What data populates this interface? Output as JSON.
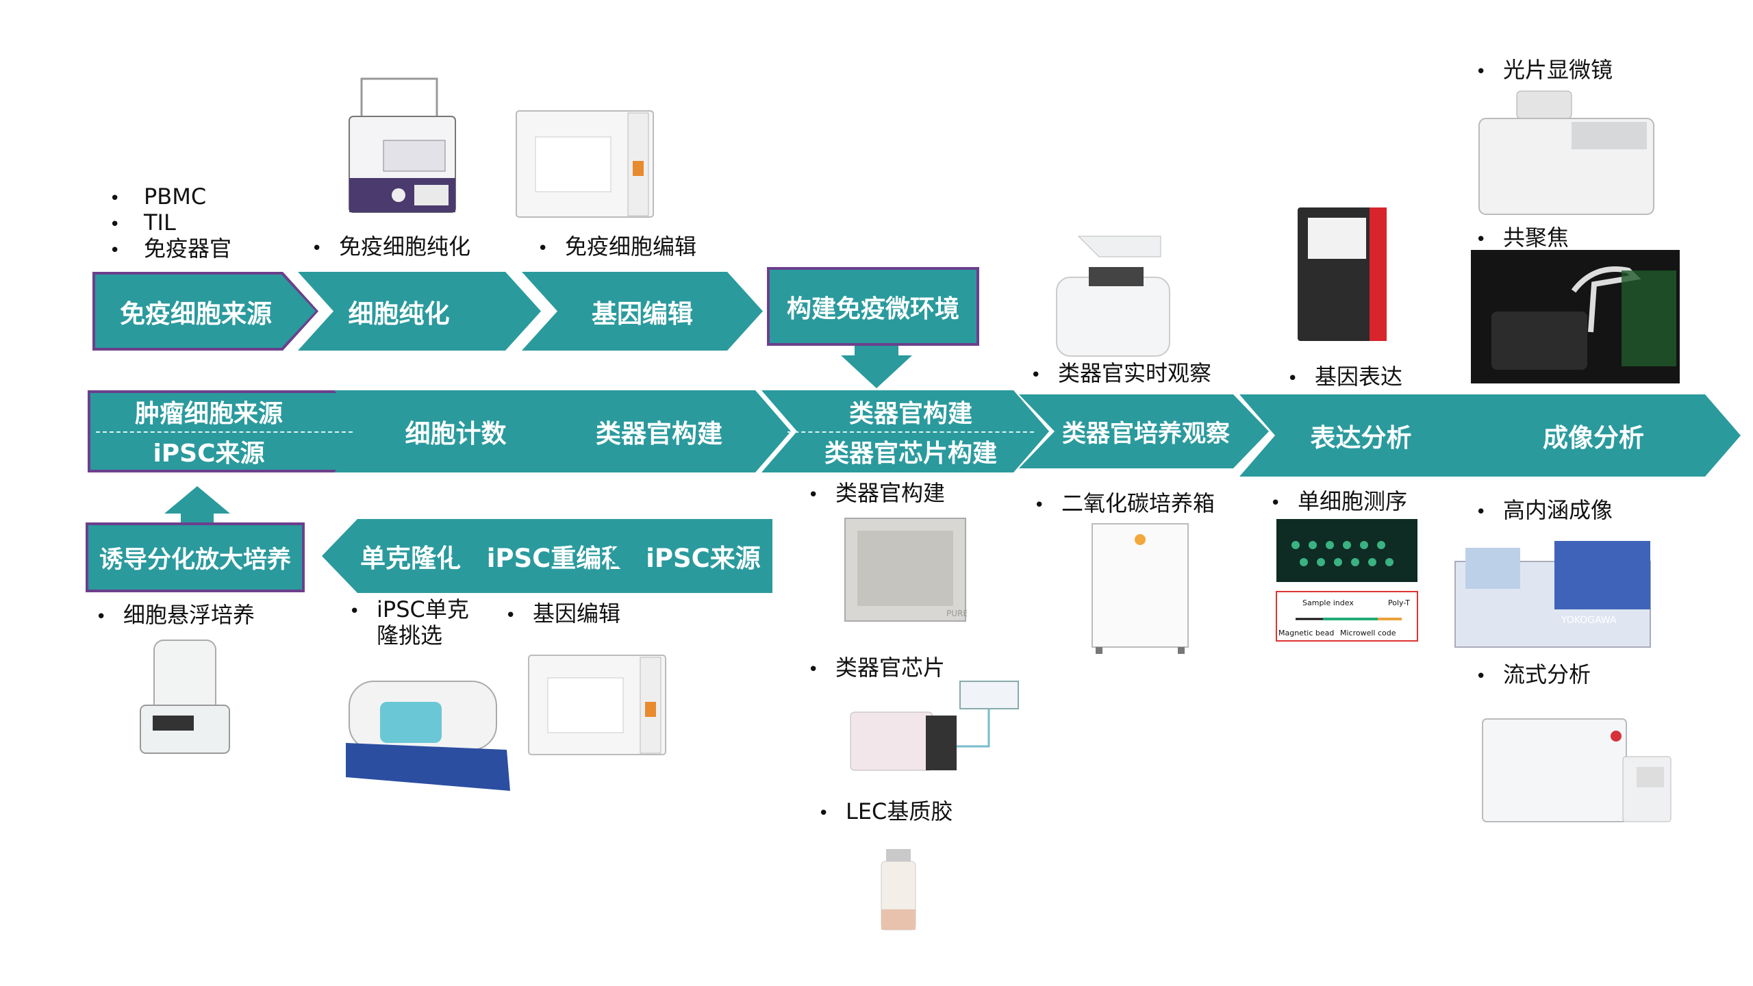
{
  "top_row": {
    "box1": "免疫细胞来源",
    "box2": "细胞纯化",
    "box3": "基因编辑",
    "box4": "构建免疫微环境"
  },
  "top_bullets": {
    "source": [
      "PBMC",
      "TIL",
      "免疫器官"
    ],
    "purify": "免疫细胞纯化",
    "edit": "免疫细胞编辑"
  },
  "main_row": {
    "box1_line1": "肿瘤细胞来源",
    "box1_line2": "iPSC来源",
    "box2": "细胞计数",
    "box3": "类器官构建",
    "box4_line1": "类器官构建",
    "box4_line2": "类器官芯片构建",
    "box5": "类器官培养观察",
    "box6": "表达分析",
    "box7": "成像分析"
  },
  "bottom_row": {
    "box1": "诱导分化放大培养",
    "box2": "单克隆化",
    "box3": "iPSC重编程",
    "box4": "iPSC来源"
  },
  "bottom_bullets": {
    "suspension": "细胞悬浮培养",
    "clone_line1": "iPSC单克",
    "clone_line2": "隆挑选",
    "edit": "基因编辑"
  },
  "organoid_bullets": {
    "build": "类器官构建",
    "chip": "类器官芯片",
    "matrix": "LEC基质胶"
  },
  "culture_bullets": {
    "observe": "类器官实时观察",
    "incubator": "二氧化碳培养箱"
  },
  "expression_bullets": {
    "gene": "基因表达",
    "singlecell": "单细胞测序"
  },
  "sc_diagram": {
    "sample_index": "Sample index",
    "poly_t": "Poly-T",
    "magnetic_bead": "Magnetic bead",
    "microwell_code": "Microwell code"
  },
  "imaging_bullets": {
    "lightsheet": "光片显微镜",
    "confocal": "共聚焦",
    "hci": "高内涵成像",
    "flow": "流式分析"
  },
  "device_labels": {
    "pure": "PURE",
    "yokogawa": "YOKOGAWA"
  },
  "colors": {
    "teal": "#2a9a9d",
    "purple": "#6c3f8c"
  }
}
